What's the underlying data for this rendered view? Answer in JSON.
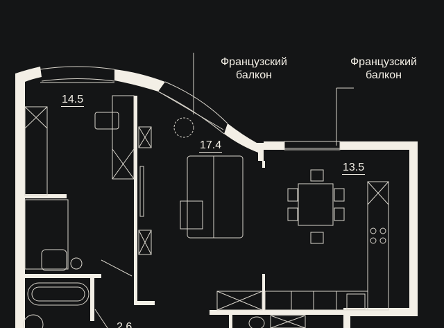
{
  "colors": {
    "background": "#141516",
    "walls": "#f3efe6",
    "lines": "#d9d5cc"
  },
  "callouts": [
    {
      "line1": "Французский",
      "line2": "балкон"
    },
    {
      "line1": "Французский",
      "line2": "балкон"
    }
  ],
  "rooms": [
    {
      "area": "14.5"
    },
    {
      "area": "17.4"
    },
    {
      "area": "13.5"
    },
    {
      "area": "2.6"
    }
  ]
}
